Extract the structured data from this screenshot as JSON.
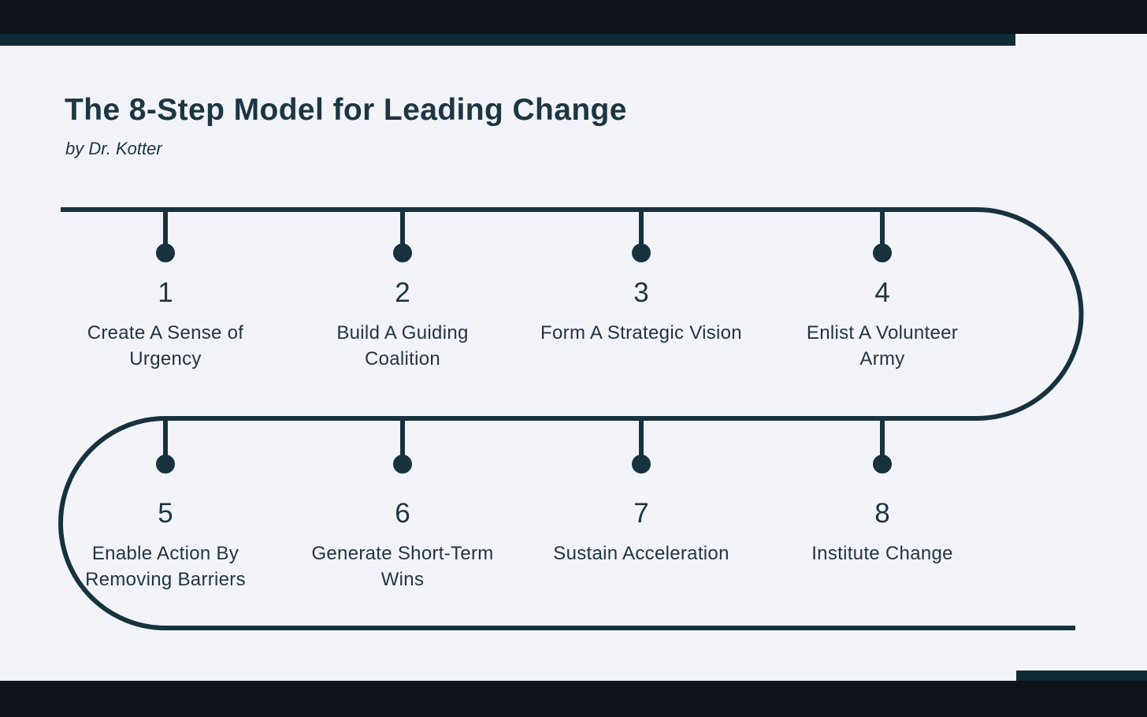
{
  "page": {
    "title": "The 8-Step Model for Leading Change",
    "subtitle": "by Dr. Kotter"
  },
  "colors": {
    "background": "#f2f4f9",
    "top_bottom_bar": "#0e1419",
    "accent_strip": "#112b36",
    "timeline": "#17323f",
    "title_text": "#1c3642",
    "label_text": "#24353f"
  },
  "steps": [
    {
      "number": "1",
      "lines": [
        "Create A Sense of",
        "Urgency"
      ]
    },
    {
      "number": "2",
      "lines": [
        "Build A Guiding",
        "Coalition"
      ]
    },
    {
      "number": "3",
      "lines": [
        "Form A Strategic Vision"
      ]
    },
    {
      "number": "4",
      "lines": [
        "Enlist A Volunteer",
        "Army"
      ]
    },
    {
      "number": "5",
      "lines": [
        "Enable Action By",
        "Removing Barriers"
      ]
    },
    {
      "number": "6",
      "lines": [
        "Generate Short-Term",
        "Wins"
      ]
    },
    {
      "number": "7",
      "lines": [
        "Sustain Acceleration"
      ]
    },
    {
      "number": "8",
      "lines": [
        "Institute Change"
      ]
    }
  ]
}
